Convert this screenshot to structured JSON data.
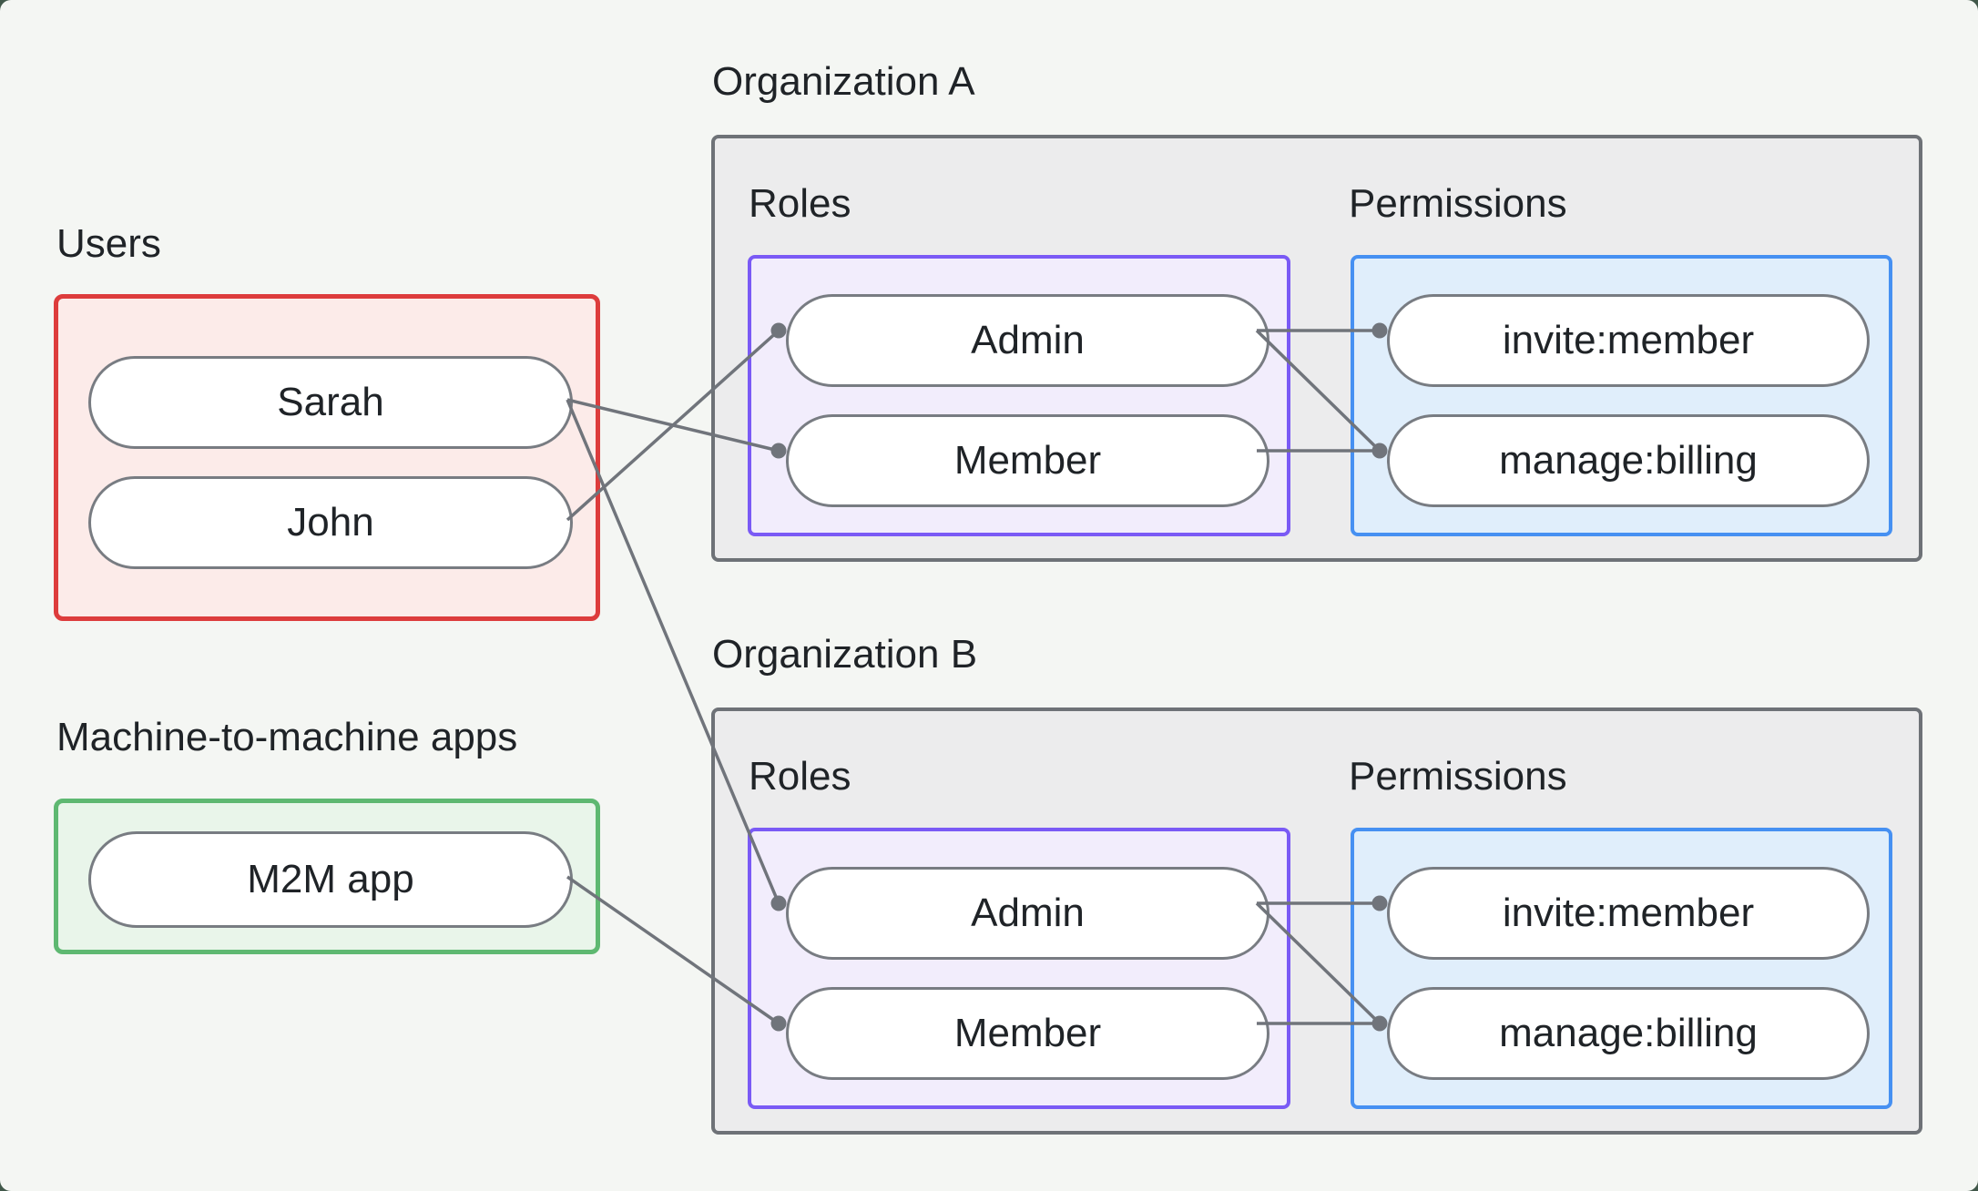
{
  "users": {
    "label": "Users",
    "items": [
      "Sarah",
      "John"
    ]
  },
  "m2m": {
    "label": "Machine-to-machine apps",
    "items": [
      "M2M app"
    ]
  },
  "orgA": {
    "title": "Organization A",
    "roles_label": "Roles",
    "permissions_label": "Permissions",
    "roles": [
      "Admin",
      "Member"
    ],
    "permissions": [
      "invite:member",
      "manage:billing"
    ]
  },
  "orgB": {
    "title": "Organization B",
    "roles_label": "Roles",
    "permissions_label": "Permissions",
    "roles": [
      "Admin",
      "Member"
    ],
    "permissions": [
      "invite:member",
      "manage:billing"
    ]
  },
  "edges": [
    {
      "from": "Sarah",
      "to": "Organization A / Member"
    },
    {
      "from": "John",
      "to": "Organization A / Admin"
    },
    {
      "from": "Sarah",
      "to": "Organization B / Admin"
    },
    {
      "from": "M2M app",
      "to": "Organization B / Member"
    },
    {
      "from": "Organization A / Admin",
      "to": "Organization A / invite:member"
    },
    {
      "from": "Organization A / Admin",
      "to": "Organization A / manage:billing"
    },
    {
      "from": "Organization A / Member",
      "to": "Organization A / manage:billing"
    },
    {
      "from": "Organization B / Admin",
      "to": "Organization B / invite:member"
    },
    {
      "from": "Organization B / Admin",
      "to": "Organization B / manage:billing"
    },
    {
      "from": "Organization B / Member",
      "to": "Organization B / manage:billing"
    }
  ],
  "colors": {
    "card_background": "#f4f6f3",
    "users_border": "#dd3c3c",
    "users_fill": "#fcebe9",
    "m2m_border": "#5eb871",
    "m2m_fill": "#e9f5ea",
    "org_border": "#6e7277",
    "org_fill": "#ececed",
    "roles_border": "#7a5af5",
    "roles_fill": "#f2edfc",
    "permissions_border": "#4690f2",
    "permissions_fill": "#e0eefb",
    "wire": "#70747b",
    "text": "#1f2327"
  }
}
